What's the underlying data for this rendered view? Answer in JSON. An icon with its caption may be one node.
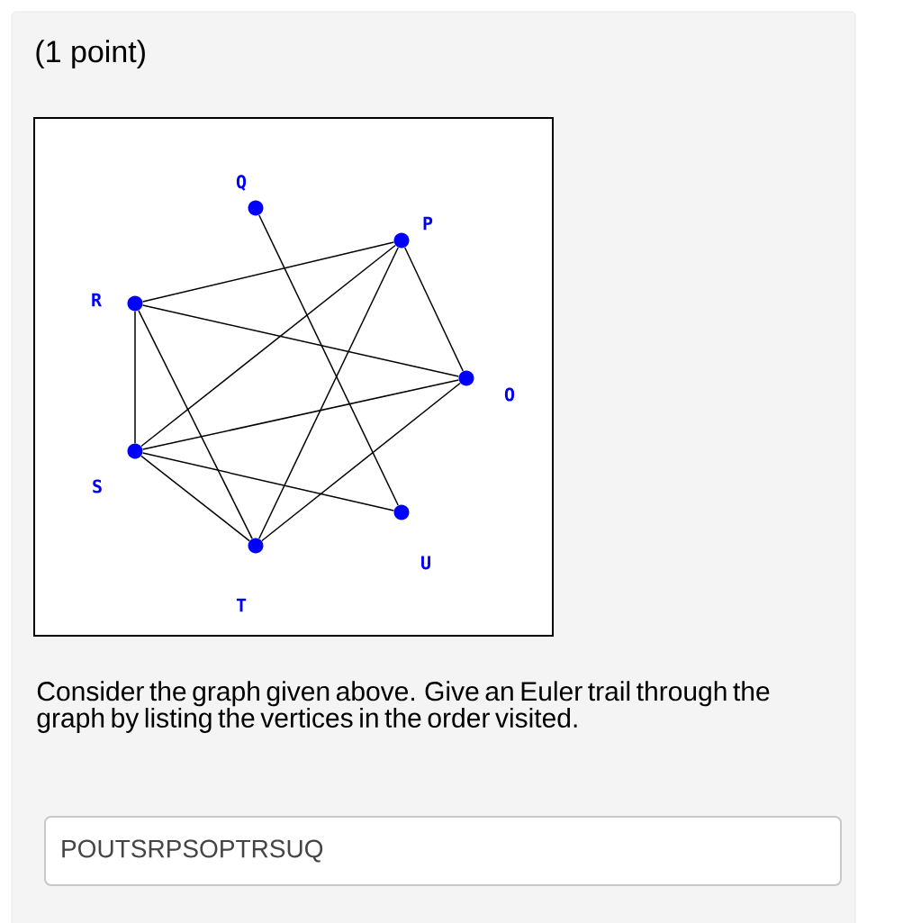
{
  "diagram": {
    "nodes": [
      {
        "text": [],
        "shape": "circle",
        "beside": [
          "Q"
        ]
      },
      {
        "text": [],
        "shape": "circle",
        "beside": [
          "P"
        ]
      },
      {
        "text": [],
        "shape": "circle",
        "beside": [
          "R"
        ]
      },
      {
        "text": [],
        "shape": "circle",
        "beside": [
          "O"
        ]
      },
      {
        "text": [],
        "shape": "circle",
        "beside": [
          "S"
        ]
      },
      {
        "text": [],
        "shape": "circle",
        "beside": [
          "U"
        ]
      },
      {
        "text": [],
        "shape": "circle",
        "beside": [
          "T"
        ]
      }
    ],
    "edges": [
      {
        "from": 0,
        "to": 5,
        "arrow": "none"
      },
      {
        "from": 1,
        "to": 2,
        "arrow": "none"
      },
      {
        "from": 1,
        "to": 3,
        "arrow": "none"
      },
      {
        "from": 1,
        "to": 4,
        "arrow": "none"
      },
      {
        "from": 1,
        "to": 6,
        "arrow": "none"
      },
      {
        "from": 2,
        "to": 3,
        "arrow": "none"
      },
      {
        "from": 2,
        "to": 4,
        "arrow": "none"
      },
      {
        "from": 2,
        "to": 6,
        "arrow": "none"
      },
      {
        "from": 4,
        "to": 3,
        "arrow": "none"
      },
      {
        "from": 4,
        "to": 5,
        "arrow": "none"
      },
      {
        "from": 4,
        "to": 6,
        "arrow": "none"
      },
      {
        "from": 6,
        "to": 3,
        "arrow": "none"
      }
    ],
    "labels": [
      "(1 point)",
      "Consider the graph given above. Give an Euler trail through the graph by listing the vertices in the order visited.",
      "POUTSRPSOPTRSUQ"
    ]
  }
}
